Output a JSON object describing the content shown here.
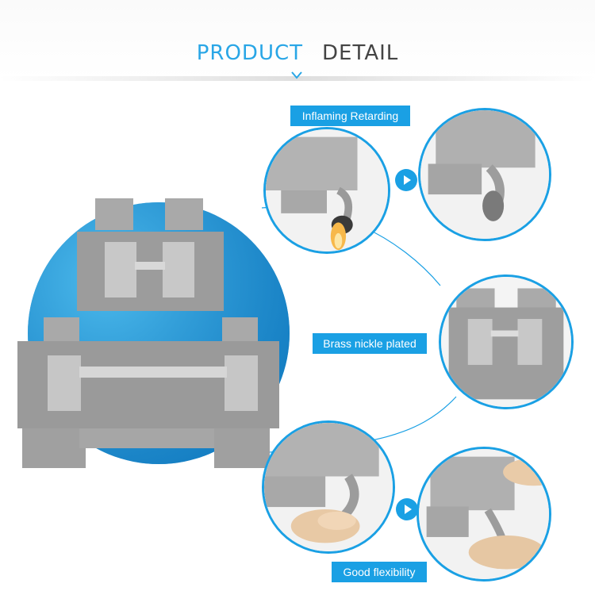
{
  "header": {
    "title_primary": "PRODUCT",
    "title_secondary": "DETAIL",
    "primary_color": "#29a6e6",
    "secondary_color": "#444444",
    "chevron_icon": "chevron-down-icon"
  },
  "features": {
    "flame_label": "Inflaming Retarding",
    "plating_label": "Brass nickle plated",
    "flex_label": "Good flexibility"
  },
  "accent_color": "#1aa0e4",
  "icons": {
    "play_top": "play-arrow-icon",
    "play_bottom": "play-arrow-icon"
  }
}
